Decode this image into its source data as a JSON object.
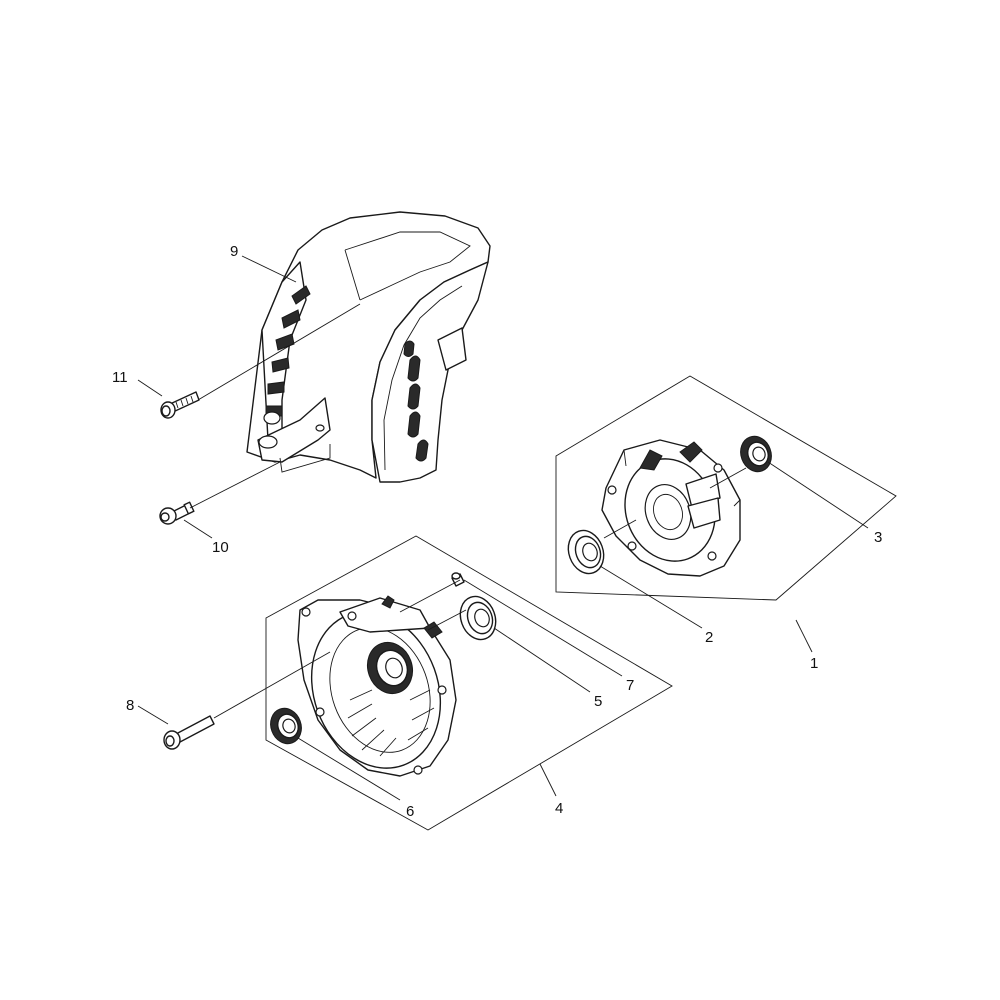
{
  "callouts": [
    {
      "id": "1",
      "label": "1"
    },
    {
      "id": "2",
      "label": "2"
    },
    {
      "id": "3",
      "label": "3"
    },
    {
      "id": "4",
      "label": "4"
    },
    {
      "id": "5",
      "label": "5"
    },
    {
      "id": "6",
      "label": "6"
    },
    {
      "id": "7",
      "label": "7"
    },
    {
      "id": "8",
      "label": "8"
    },
    {
      "id": "9",
      "label": "9"
    },
    {
      "id": "10",
      "label": "10"
    },
    {
      "id": "11",
      "label": "11"
    }
  ],
  "colors": {
    "line": "#1a1a1a",
    "background": "#ffffff"
  }
}
